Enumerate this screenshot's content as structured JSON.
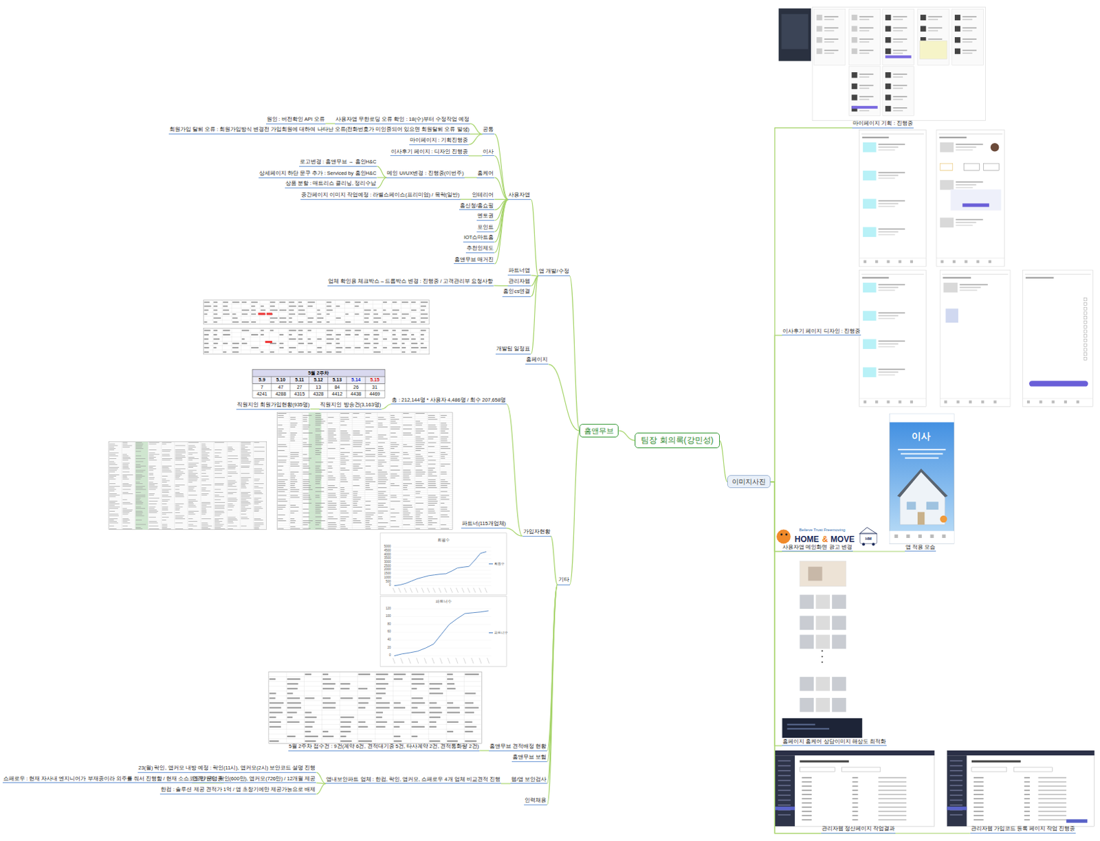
{
  "diagram": {
    "nodes": [
      {
        "text": [
          "팀장 회의록(강민성)"
        ]
      },
      {
        "text": [
          "홈앤무브"
        ]
      },
      {
        "text": [
          "앱 개발/수정"
        ]
      },
      {
        "text": [
          "사용자앱"
        ]
      },
      {
        "text": [
          "공통"
        ]
      },
      {
        "text": [
          "사용자앱 무한로딩 오류 확인 : 18(수)부터 수정작업 예정"
        ]
      },
      {
        "text": [
          "원인 : 버전확인 API 오류"
        ]
      },
      {
        "text": [
          "회원가입 탈퇴 오류 : 회원가입방식 변경전 가입회원에 대하여 나타난 오류(전화번호가 미인증되어 있으면 회원탈퇴 오류 발생)"
        ]
      },
      {
        "text": [
          "마이페이지 : 기획진행중"
        ]
      },
      {
        "text": [
          "이사"
        ]
      },
      {
        "text": [
          "이사후기 페이지 : 디자인 진행중"
        ]
      },
      {
        "text": [
          "홈케어"
        ]
      },
      {
        "text": [
          "메인 UI/UX변경 : 진행중(이번주)"
        ]
      },
      {
        "text": [
          "로고변경 : 홈앤무브 → 홈인H&C"
        ]
      },
      {
        "text": [
          "상세페이지 하단 문구 추가 : Serviced by 홈인H&C"
        ]
      },
      {
        "text": [
          "상품 분할 : 매트리스 클리닝, 정리수납"
        ]
      },
      {
        "text": [
          "인테리어"
        ]
      },
      {
        "text": [
          "중간페이지 이미지 작업예정 : 라벨스페이스(프리미엄) / 목락(일반)"
        ]
      },
      {
        "text": [
          "홈신청/홈쇼핑"
        ]
      },
      {
        "text": [
          "멘토권"
        ]
      },
      {
        "text": [
          "포인트"
        ]
      },
      {
        "text": [
          "IOT스마트홈"
        ]
      },
      {
        "text": [
          "추천인제도"
        ]
      },
      {
        "text": [
          "홈앤무브 매거진"
        ]
      },
      {
        "text": [
          "파트너앱"
        ]
      },
      {
        "text": [
          "관리자웹"
        ]
      },
      {
        "text": [
          "업체 확인용 체크박스→드롭박스 변경 : 진행중 / 고객관리부 요청사항"
        ]
      },
      {
        "text": [
          "홈인cs연결"
        ]
      },
      {
        "text": [
          "개발팀 일정표"
        ]
      },
      {
        "text": [
          "홈페이지"
        ]
      },
      {
        "text": [
          "기타"
        ]
      },
      {
        "text": [
          "가입자현황"
        ]
      },
      {
        "text": [
          "총 : 212,144명 * 사용자 4,486명 / 회수 207,658명"
        ]
      },
      {
        "text": [
          "직원지인 방송건(3,163명)"
        ]
      },
      {
        "text": [
          "직원지인 회원가입현황(935명)"
        ]
      },
      {
        "text": [
          "파트너(115개업체)"
        ]
      },
      {
        "text": [
          "홈앤무브 견적배정 현황"
        ]
      },
      {
        "text": [
          "5월 2주차 접수건 : 9건(계약 6건, 견적대기중 5건, 타사계약 2건, 견적통화량 2건)"
        ]
      },
      {
        "text": [
          "홈앤무브 보험"
        ]
      },
      {
        "text": [
          "웹/앱 보안검사"
        ]
      },
      {
        "text": [
          "앱내보안파트 업체 : 한컴, 락인, 앱커모, 스패로우 4개 업체 비교견적 진행"
        ]
      },
      {
        "text": [
          "23(월) 락인, 앱커모 내방 예정 : 락인(11시), 앱커모(2시) 보안코드 설명 진행"
        ]
      },
      {
        "text": [
          "견적가격 : 락인(600만), 앱커모(726만) / 12개월 제공"
        ]
      },
      {
        "text": [
          "스패로우 : 현재 자사내 엔지니어가 부재중이라 외주를 줘서 진행함 / 현재 소스코드만 운영중"
        ]
      },
      {
        "text": [
          "한컴 : 솔루션 제공 견적가 1억 / 앱 초창기에만 제공가능으로 배제"
        ]
      },
      {
        "text": [
          "인력채용"
        ]
      },
      {
        "text": [
          "이미지사진"
        ]
      },
      {
        "text": [
          "마이페이지 기획 : 진행중"
        ]
      },
      {
        "text": [
          "이사후기 페이지 디자인 : 진행중"
        ]
      },
      {
        "text": [
          "사용자앱 메인화면 광고 변경"
        ]
      },
      {
        "text": [
          "앱 적용 모습"
        ]
      },
      {
        "text": [
          "홈페이지 홈케어 상담이미지 해상도 최적화"
        ]
      },
      {
        "text": [
          "관리자웹 정산페이지 작업결과"
        ]
      },
      {
        "text": [
          "관리자웹 가입코드 등록 페이지 작업 진행중"
        ]
      }
    ],
    "edges": [
      {
        "from": 0,
        "to": 1,
        "arrow": "none"
      },
      {
        "from": 1,
        "to": 2,
        "arrow": "none"
      },
      {
        "from": 2,
        "to": 3,
        "arrow": "none"
      },
      {
        "from": 3,
        "to": 4,
        "arrow": "none"
      },
      {
        "from": 4,
        "to": 5,
        "arrow": "none"
      },
      {
        "from": 5,
        "to": 6,
        "arrow": "none"
      },
      {
        "from": 4,
        "to": 7,
        "arrow": "none"
      },
      {
        "from": 4,
        "to": 8,
        "arrow": "none"
      },
      {
        "from": 3,
        "to": 9,
        "arrow": "none"
      },
      {
        "from": 9,
        "to": 10,
        "arrow": "none"
      },
      {
        "from": 3,
        "to": 11,
        "arrow": "none"
      },
      {
        "from": 11,
        "to": 12,
        "arrow": "none"
      },
      {
        "from": 12,
        "to": 13,
        "arrow": "none"
      },
      {
        "from": 12,
        "to": 14,
        "arrow": "none"
      },
      {
        "from": 12,
        "to": 15,
        "arrow": "none"
      },
      {
        "from": 3,
        "to": 16,
        "arrow": "none"
      },
      {
        "from": 16,
        "to": 17,
        "arrow": "none"
      },
      {
        "from": 3,
        "to": 18,
        "arrow": "none"
      },
      {
        "from": 3,
        "to": 19,
        "arrow": "none"
      },
      {
        "from": 3,
        "to": 20,
        "arrow": "none"
      },
      {
        "from": 3,
        "to": 21,
        "arrow": "none"
      },
      {
        "from": 3,
        "to": 22,
        "arrow": "none"
      },
      {
        "from": 3,
        "to": 23,
        "arrow": "none"
      },
      {
        "from": 2,
        "to": 24,
        "arrow": "none"
      },
      {
        "from": 2,
        "to": 25,
        "arrow": "none"
      },
      {
        "from": 25,
        "to": 26,
        "arrow": "none"
      },
      {
        "from": 2,
        "to": 27,
        "arrow": "none"
      },
      {
        "from": 2,
        "to": 28,
        "arrow": "none"
      },
      {
        "from": 1,
        "to": 29,
        "arrow": "none"
      },
      {
        "from": 1,
        "to": 30,
        "arrow": "none"
      },
      {
        "from": 30,
        "to": 31,
        "arrow": "none"
      },
      {
        "from": 31,
        "to": 32,
        "arrow": "none"
      },
      {
        "from": 32,
        "to": 33,
        "arrow": "none"
      },
      {
        "from": 33,
        "to": 34,
        "arrow": "none"
      },
      {
        "from": 31,
        "to": 35,
        "arrow": "none"
      },
      {
        "from": 30,
        "to": 36,
        "arrow": "none"
      },
      {
        "from": 36,
        "to": 37,
        "arrow": "none"
      },
      {
        "from": 30,
        "to": 38,
        "arrow": "none"
      },
      {
        "from": 30,
        "to": 39,
        "arrow": "none"
      },
      {
        "from": 39,
        "to": 40,
        "arrow": "none"
      },
      {
        "from": 40,
        "to": 41,
        "arrow": "none"
      },
      {
        "from": 40,
        "to": 42,
        "arrow": "none"
      },
      {
        "from": 42,
        "to": 43,
        "arrow": "none"
      },
      {
        "from": 40,
        "to": 44,
        "arrow": "none"
      },
      {
        "from": 30,
        "to": 45,
        "arrow": "none"
      },
      {
        "from": 0,
        "to": 46,
        "arrow": "none"
      },
      {
        "from": 46,
        "to": 47,
        "arrow": "none"
      },
      {
        "from": 46,
        "to": 48,
        "arrow": "none"
      },
      {
        "from": 46,
        "to": 49,
        "arrow": "none"
      },
      {
        "from": 46,
        "to": 50,
        "arrow": "none"
      },
      {
        "from": 46,
        "to": 51,
        "arrow": "none"
      },
      {
        "from": 46,
        "to": 52,
        "arrow": "none"
      },
      {
        "from": 46,
        "to": 53,
        "arrow": "none"
      }
    ],
    "labels": [
      "5월 2주차",
      "5.9",
      "5.10",
      "5.11",
      "5.12",
      "5.13",
      "5.14",
      "5.15",
      "7",
      "47",
      "27",
      "13",
      "84",
      "26",
      "31",
      "4241",
      "4288",
      "4315",
      "4328",
      "4412",
      "4438",
      "4469",
      "회원수",
      "파트너수",
      "5000",
      "4500",
      "4000",
      "3500",
      "3000",
      "2500",
      "2000",
      "1500",
      "1000",
      "500",
      "0",
      "120",
      "100",
      "80",
      "60",
      "40",
      "20",
      "0",
      "이사",
      "Believe Trust Freemoving",
      "HOME",
      "&",
      "MOVE",
      "HM"
    ],
    "legend": [
      {
        "text": "회원수"
      },
      {
        "text": "파트너수"
      }
    ]
  }
}
